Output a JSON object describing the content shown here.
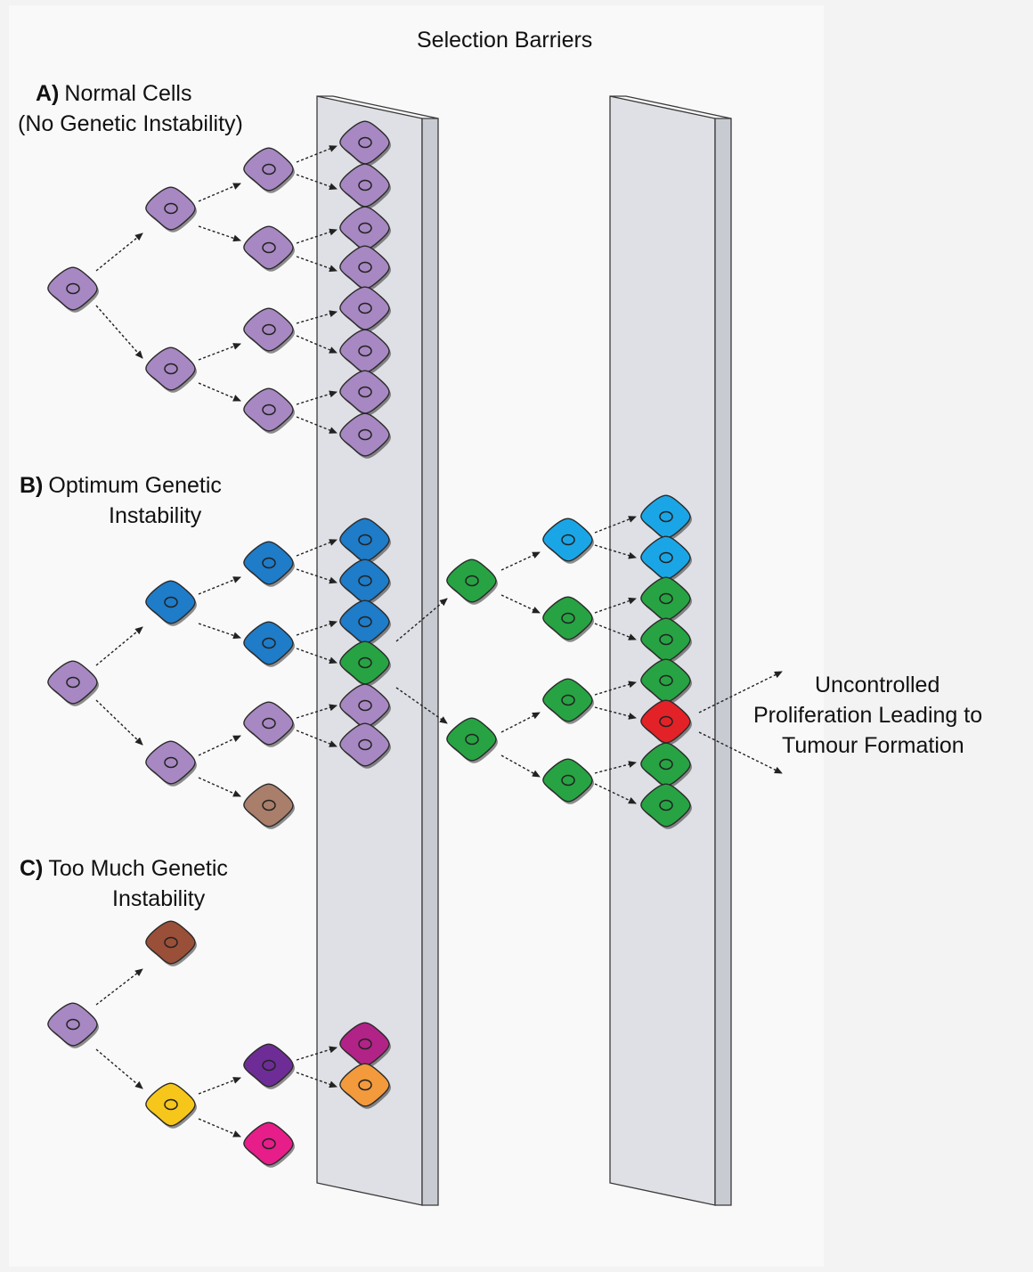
{
  "title": "Selection Barriers",
  "sections": {
    "a": {
      "letter": "A)",
      "line1": "Normal Cells",
      "line2": "(No Genetic Instability)"
    },
    "b": {
      "letter": "B)",
      "line1": "Optimum Genetic",
      "line2": "Instability"
    },
    "c": {
      "letter": "C)",
      "line1": "Too Much Genetic",
      "line2": "Instability"
    }
  },
  "outcome": {
    "line1": "Uncontrolled",
    "line2": "Proliferation Leading to",
    "line3": "Tumour Formation"
  },
  "colors": {
    "normal": "#a788c2",
    "dark_blue": "#1e7cc8",
    "light_blue": "#1aa6e6",
    "green": "#27a343",
    "red": "#e32227",
    "tan": "#a97e6a",
    "brown": "#9a4f38",
    "purple": "#6e2d96",
    "magenta": "#b22387",
    "orange": "#f39a3c",
    "yellow": "#f6c61a",
    "pink": "#e71d8a",
    "barrier": "#dfe0e5",
    "barrier_edge": "#c9cbd2"
  },
  "icons": {
    "cell": "cell-icon",
    "arrow": "arrow-icon"
  }
}
